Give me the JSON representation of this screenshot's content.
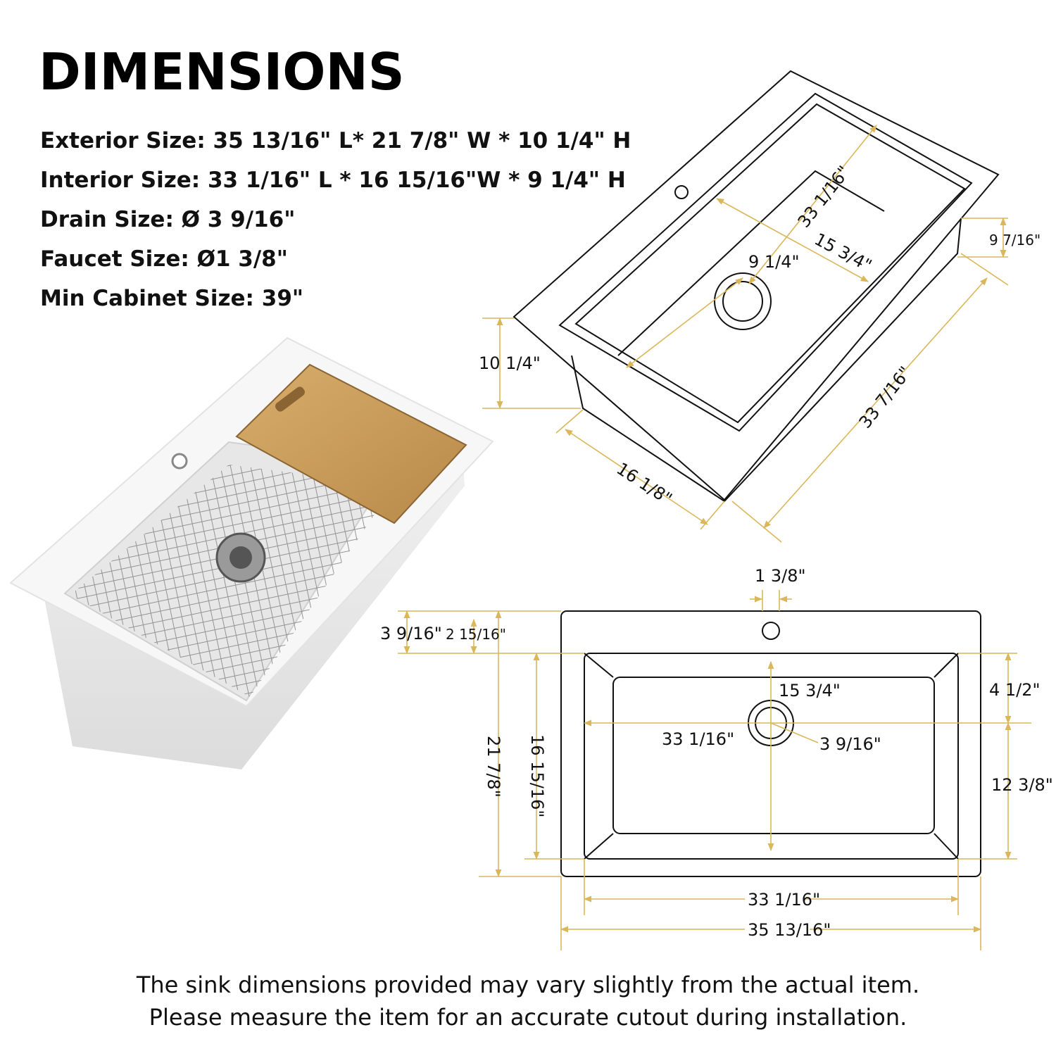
{
  "header": {
    "title": "DIMENSIONS"
  },
  "specs": [
    {
      "label": "Exterior Size:",
      "value": "35 13/16\" L* 21 7/8\" W * 10 1/4\" H"
    },
    {
      "label": "Interior Size:",
      "value": "33 1/16\" L * 16 15/16\"W * 9 1/4\" H"
    },
    {
      "label": "Drain Size:",
      "value": "Ø 3 9/16\""
    },
    {
      "label": "Faucet Size:",
      "value": "Ø1 3/8\""
    },
    {
      "label": "Min Cabinet Size:",
      "value": "39\""
    }
  ],
  "disclaimer": {
    "line1": "The sink dimensions provided may vary slightly from the actual item.",
    "line2": "Please measure the item for an accurate cutout during installation."
  },
  "iso_dims": {
    "interior_length": "33 1/16\"",
    "interior_width": "15 3/4\"",
    "bowl_depth": "9 1/4\"",
    "drop": "9 7/16\"",
    "height": "10 1/4\"",
    "side_width": "16 1/8\"",
    "side_length": "33 7/16\""
  },
  "top_dims": {
    "faucet": "1 3/8\"",
    "front_gap": "3 9/16\"",
    "rim_gap": "2 15/16\"",
    "bowl_width": "15 3/4\"",
    "bowl_length": "33 1/16\"",
    "drain": "3 9/16\"",
    "rear_offset": "4 1/2\"",
    "front_offset": "12 3/8\"",
    "total_width": "21 7/8\"",
    "interior_width": "16 15/16\"",
    "interior_length": "33 1/16\"",
    "total_length": "35 13/16\""
  },
  "colors": {
    "dim_line": "#d9b75a",
    "outline": "#111111",
    "board": "#c99a56"
  }
}
